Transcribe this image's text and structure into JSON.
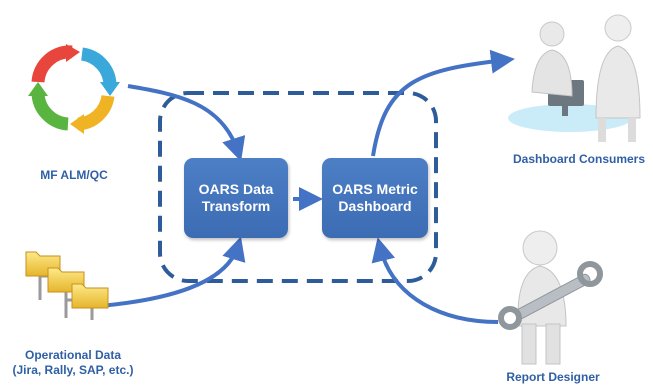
{
  "nodes": {
    "transform": "OARS Data\nTransform",
    "dashboard": "OARS Metric\nDashboard"
  },
  "labels": {
    "alm": "MF ALM/QC",
    "operational": "Operational Data\n(Jira, Rally, SAP, etc.)",
    "consumers": "Dashboard Consumers",
    "designer": "Report Designer"
  },
  "colors": {
    "box": "#3f6fb5",
    "arrow": "#4472c4",
    "label": "#2f5fa5",
    "dash": "#2e5c9b"
  },
  "icons": {
    "alm": "recycle-arrows-icon",
    "operational": "folder-tree-icon",
    "consumers": "people-at-computer-icon",
    "designer": "person-with-wrench-icon"
  }
}
